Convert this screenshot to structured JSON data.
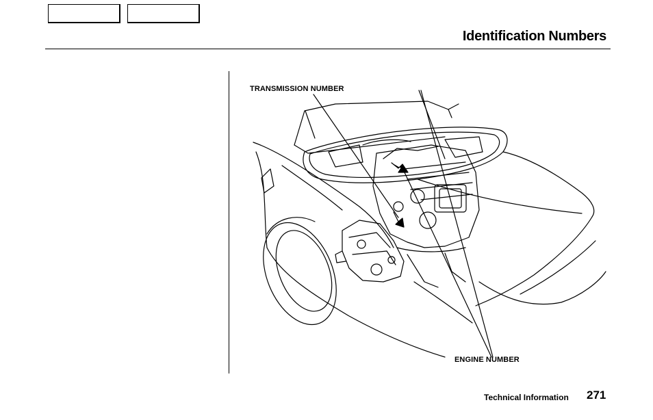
{
  "nav": {
    "prev_label": "",
    "next_label": ""
  },
  "header": {
    "title": "Identification Numbers"
  },
  "figure": {
    "callouts": {
      "transmission": "TRANSMISSION NUMBER",
      "engine": "ENGINE  NUMBER"
    }
  },
  "footer": {
    "section": "Technical Information",
    "page_number": "271"
  }
}
